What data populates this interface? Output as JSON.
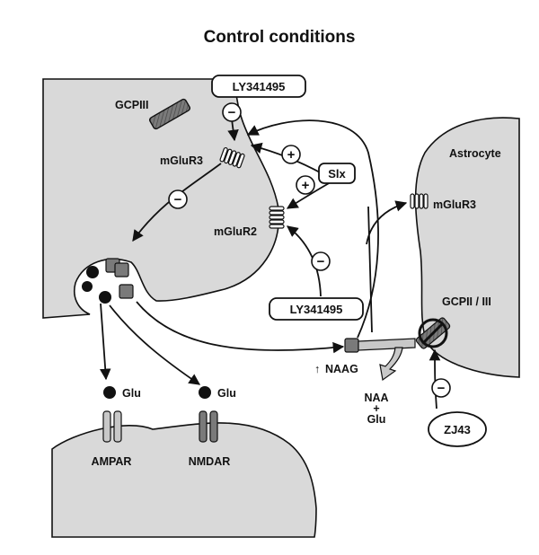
{
  "title": "Control conditions",
  "labels": {
    "gcpiii": "GCPIII",
    "mglur3_pre": "mGluR3",
    "mglur2": "mGluR2",
    "astrocyte": "Astrocyte",
    "mglur3_astro": "mGluR3",
    "gcpii_iii": "GCPII / III",
    "naag": "NAAG",
    "naa": "NAA",
    "plus": "+",
    "glu_products": "Glu",
    "glu_left": "Glu",
    "glu_right": "Glu",
    "ampar": "AMPAR",
    "nmdar": "NMDAR"
  },
  "boxes": {
    "ly_top": "LY341495",
    "ly_mid": "LY341495",
    "slx": "Slx",
    "zj43": "ZJ43"
  },
  "signs": {
    "minus": "−",
    "plus": "+"
  },
  "colors": {
    "cell_fill": "#d9d9d9",
    "stroke": "#111111",
    "receptor_dark": "#7a7a7a",
    "receptor_light": "#c8c8c8"
  }
}
